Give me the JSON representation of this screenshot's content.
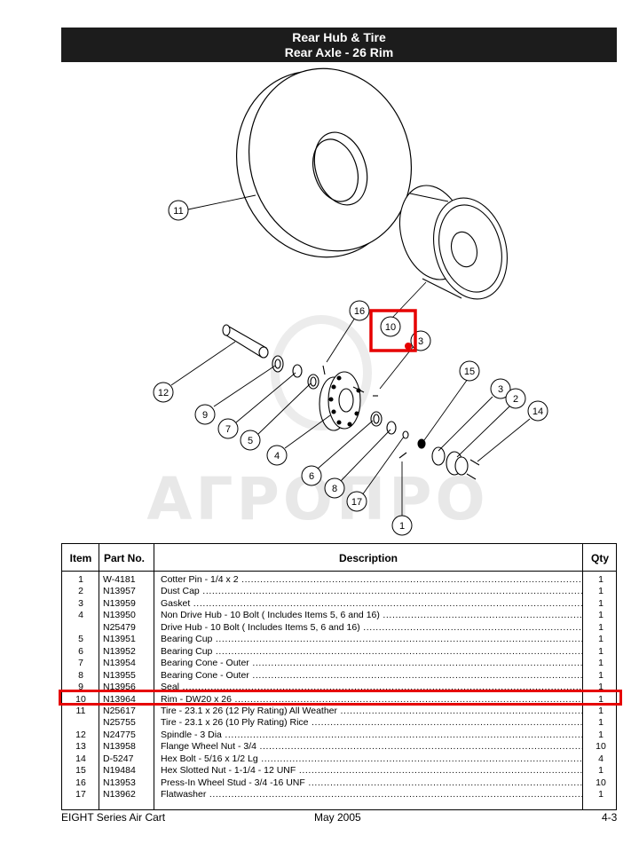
{
  "header": {
    "title_line1": "Rear Hub & Tire",
    "title_line2": "Rear Axle - 26 Rim"
  },
  "watermark": "АГРОПРО",
  "callouts": [
    "11",
    "16",
    "10",
    "3",
    "12",
    "9",
    "7",
    "5",
    "4",
    "15",
    "3",
    "2",
    "14",
    "6",
    "8",
    "17",
    "1"
  ],
  "table": {
    "headers": {
      "item": "Item",
      "part": "Part No.",
      "desc": "Description",
      "qty": "Qty"
    },
    "rows": [
      {
        "item": "1",
        "part": "W-4181",
        "desc": "Cotter Pin - 1/4 x 2",
        "qty": "1"
      },
      {
        "item": "2",
        "part": "N13957",
        "desc": "Dust Cap",
        "qty": "1"
      },
      {
        "item": "3",
        "part": "N13959",
        "desc": "Gasket",
        "qty": "1"
      },
      {
        "item": "4",
        "part": "N13950",
        "desc": "Non Drive Hub - 10 Bolt ( Includes Items 5, 6 and 16)",
        "qty": "1"
      },
      {
        "item": "",
        "part": "N25479",
        "desc": "Drive Hub - 10 Bolt ( Includes Items 5, 6 and 16)",
        "qty": "1"
      },
      {
        "item": "5",
        "part": "N13951",
        "desc": "Bearing Cup",
        "qty": "1"
      },
      {
        "item": "6",
        "part": "N13952",
        "desc": "Bearing Cup",
        "qty": "1"
      },
      {
        "item": "7",
        "part": "N13954",
        "desc": "Bearing Cone - Outer",
        "qty": "1"
      },
      {
        "item": "8",
        "part": "N13955",
        "desc": "Bearing Cone - Outer",
        "qty": "1"
      },
      {
        "item": "9",
        "part": "N13956",
        "desc": "Seal",
        "qty": "1"
      },
      {
        "item": "10",
        "part": "N13964",
        "desc": "Rim - DW20 x 26",
        "qty": "1"
      },
      {
        "item": "11",
        "part": "N25617",
        "desc": "Tire - 23.1 x 26 (12 Ply Rating) All Weather",
        "qty": "1"
      },
      {
        "item": "",
        "part": "N25755",
        "desc": "Tire - 23.1 x 26 (10 Ply Rating) Rice",
        "qty": "1"
      },
      {
        "item": "12",
        "part": "N24775",
        "desc": "Spindle - 3 Dia",
        "qty": "1"
      },
      {
        "item": "13",
        "part": "N13958",
        "desc": "Flange Wheel Nut - 3/4",
        "qty": "10"
      },
      {
        "item": "14",
        "part": "D-5247",
        "desc": "Hex Bolt - 5/16 x 1/2 Lg",
        "qty": "4"
      },
      {
        "item": "15",
        "part": "N19484",
        "desc": "Hex Slotted Nut - 1-1/4 - 12 UNF",
        "qty": "1"
      },
      {
        "item": "16",
        "part": "N13953",
        "desc": "Press-In Wheel Stud - 3/4 -16 UNF",
        "qty": "10"
      },
      {
        "item": "17",
        "part": "N13962",
        "desc": "Flatwasher",
        "qty": "1"
      }
    ]
  },
  "footer": {
    "left": "EIGHT Series Air Cart",
    "center": "May 2005",
    "right": "4-3"
  },
  "colors": {
    "title_bg": "#1c1c1c",
    "highlight": "#e60000"
  }
}
